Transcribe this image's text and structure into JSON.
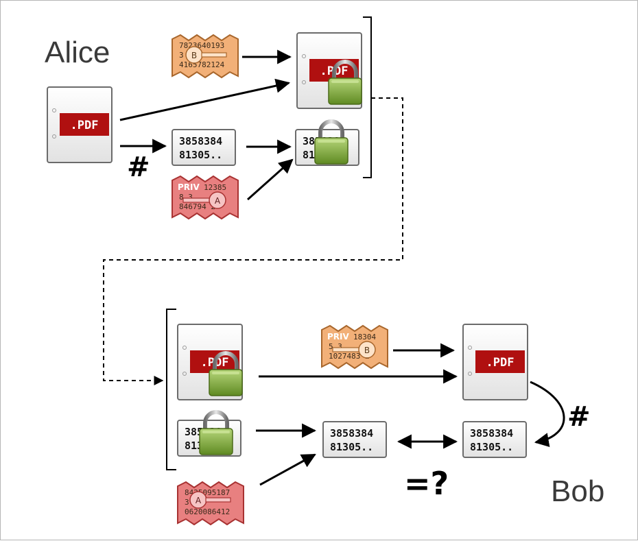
{
  "labels": {
    "alice": "Alice",
    "bob": "Bob",
    "hash_symbol": "#",
    "compare_symbol": "=?"
  },
  "document": {
    "extension": ".PDF"
  },
  "hash_value": {
    "line1": "3858384",
    "line2": "81305.."
  },
  "keys": {
    "bob_public": {
      "letter": "B",
      "lines": [
        "7823640193",
        "3        13",
        "4165782124"
      ]
    },
    "alice_private": {
      "letter": "A",
      "tag": "PRIV",
      "lines": [
        "12385",
        "8      3",
        "846794     2"
      ]
    },
    "bob_private": {
      "letter": "B",
      "tag": "PRIV",
      "lines": [
        "18304",
        "5       3",
        "1027483    2"
      ]
    },
    "alice_public": {
      "letter": "A",
      "lines": [
        "8425095187",
        "3          1",
        "0620086412"
      ]
    }
  },
  "colors": {
    "pdf_red": "#b01010",
    "orange_key": "#f2b078",
    "red_key": "#e88080",
    "lock_green": "#7fae3a"
  }
}
